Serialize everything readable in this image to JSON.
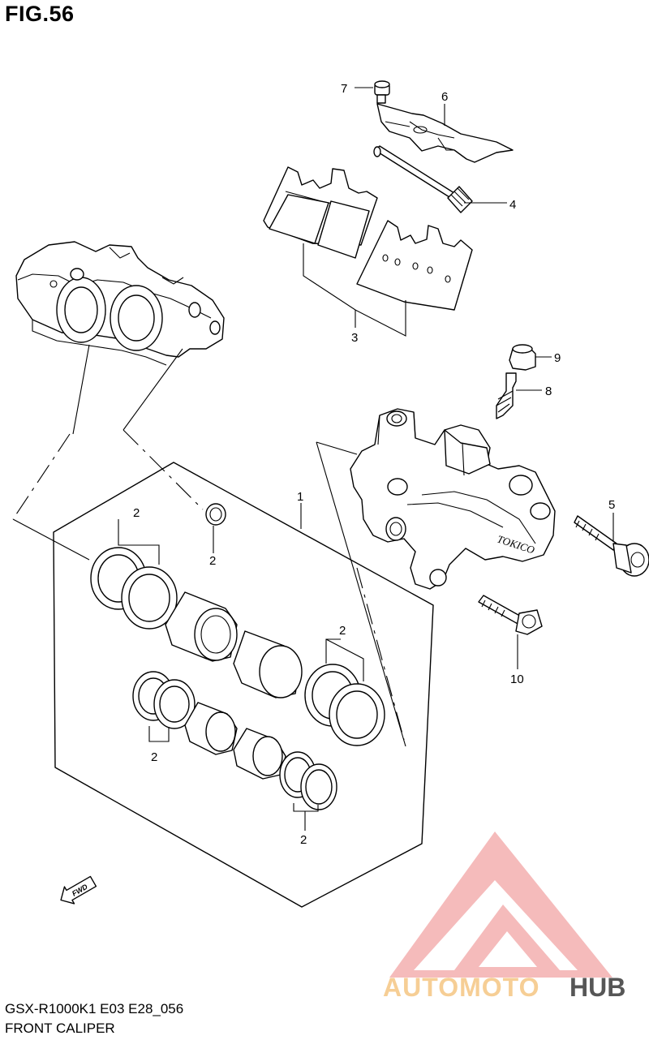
{
  "figure": {
    "title": "FIG.56",
    "model_code": "GSX-R1000K1 E03 E28_056",
    "section_name": "FRONT CALIPER"
  },
  "callouts": [
    "1",
    "2",
    "3",
    "4",
    "5",
    "6",
    "7",
    "8",
    "9",
    "10"
  ],
  "direction_label": "FWD",
  "watermark": {
    "text": "AUTOMOTOHUB",
    "colors": {
      "triangle": "#f2a6a6",
      "auto_moto": "#f6c98a",
      "hub": "#3a3a3a"
    }
  }
}
